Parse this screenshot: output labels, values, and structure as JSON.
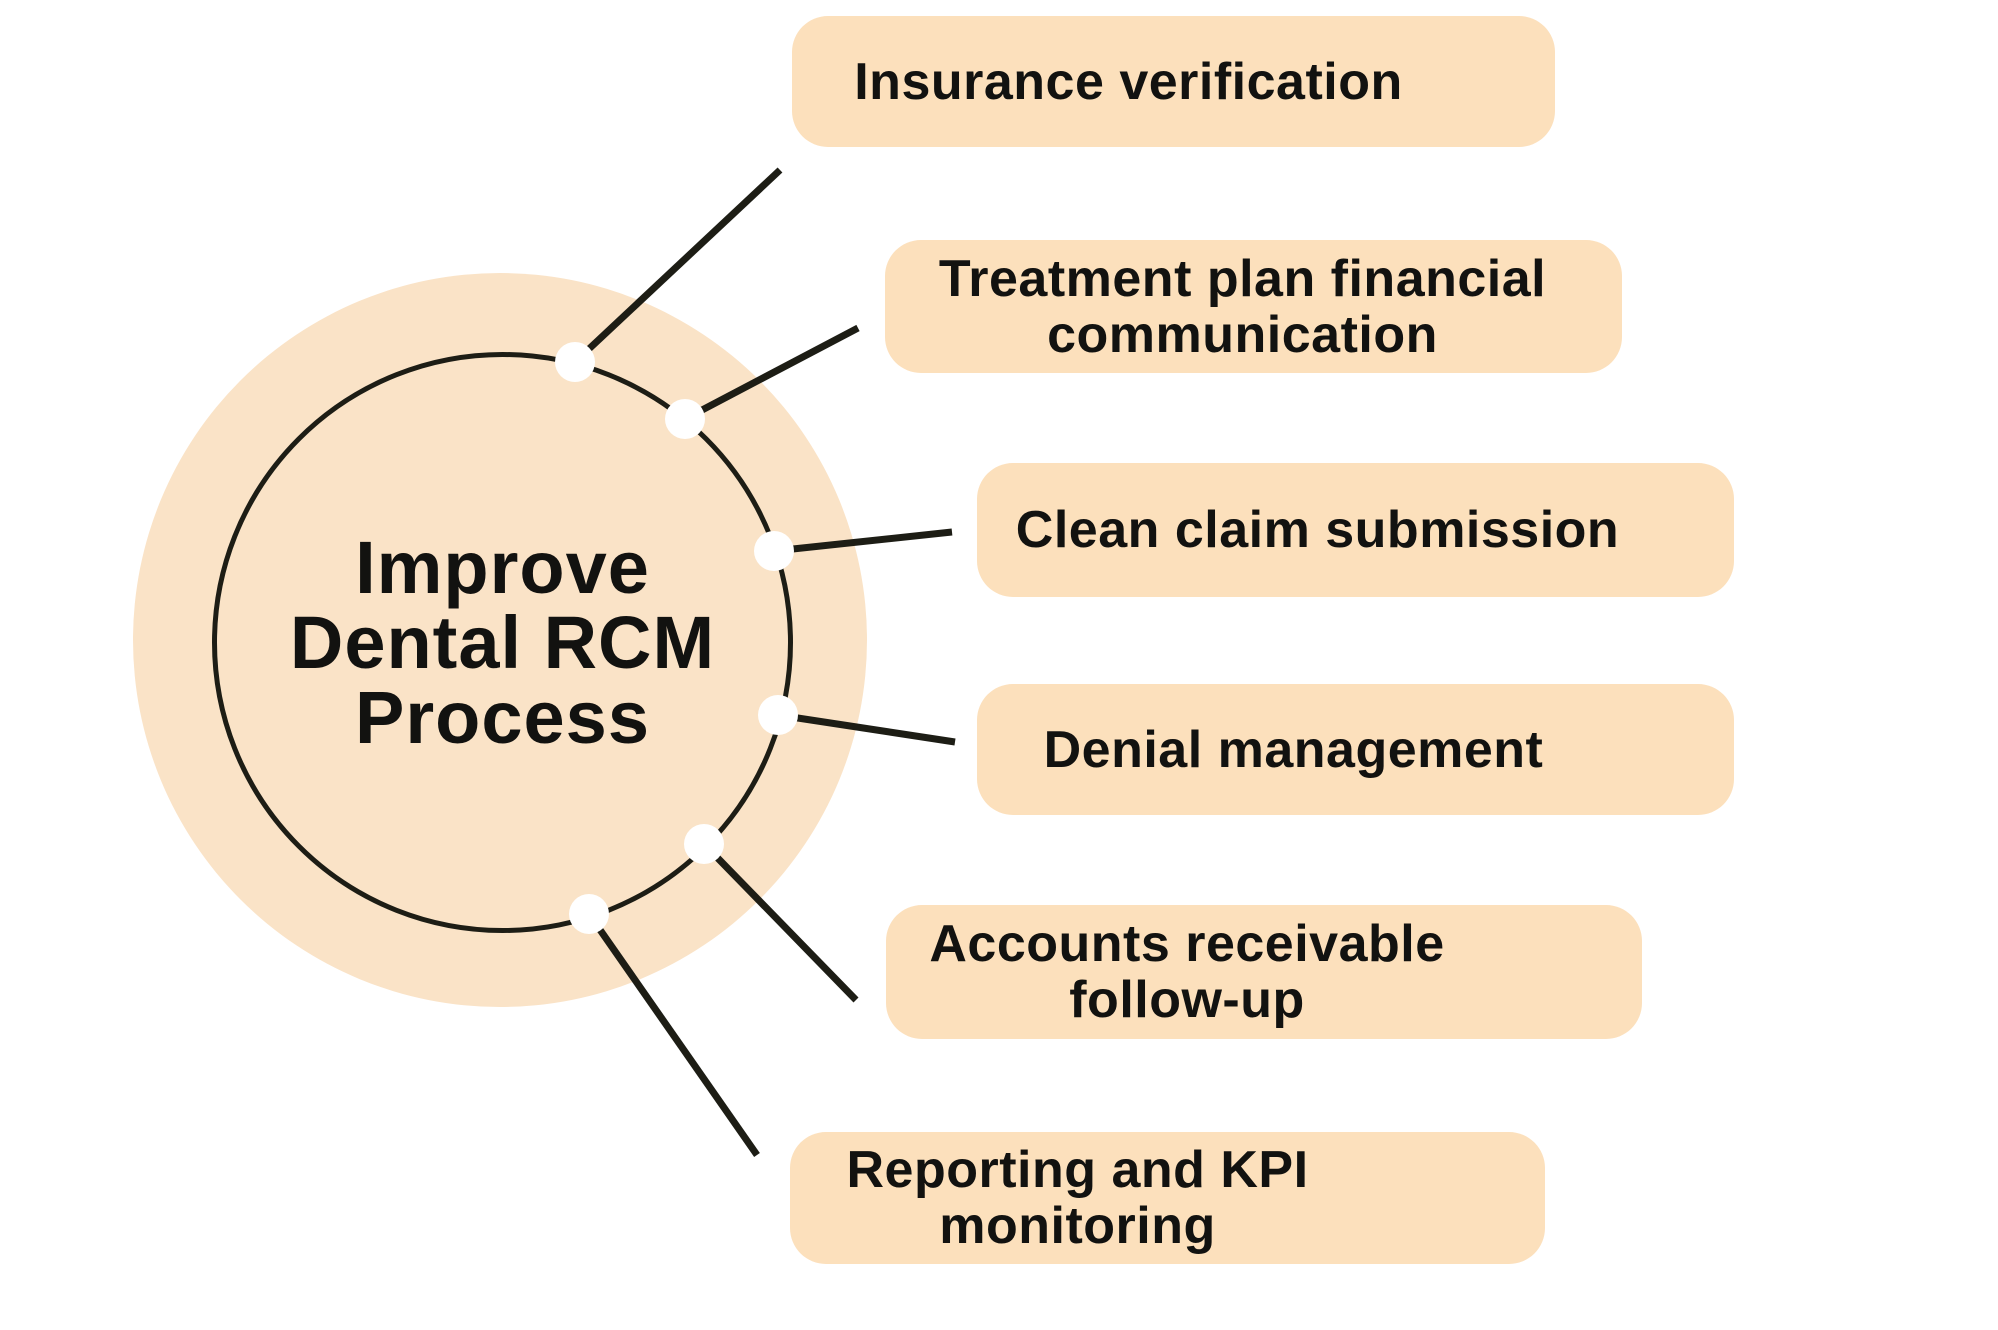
{
  "center": {
    "title": "Improve\nDental RCM\nProcess"
  },
  "nodes": [
    {
      "label": "Insurance verification"
    },
    {
      "label": "Treatment plan financial\ncommunication"
    },
    {
      "label": "Clean claim submission"
    },
    {
      "label": "Denial management"
    },
    {
      "label": "Accounts receivable\nfollow-up"
    },
    {
      "label": "Reporting and KPI\nmonitoring"
    }
  ],
  "colors": {
    "background": "#FFFFFF",
    "circle_fill": "#FAE3C7",
    "box_fill": "#FCE0BC",
    "ink": "#1D1D15",
    "text": "#121210"
  }
}
